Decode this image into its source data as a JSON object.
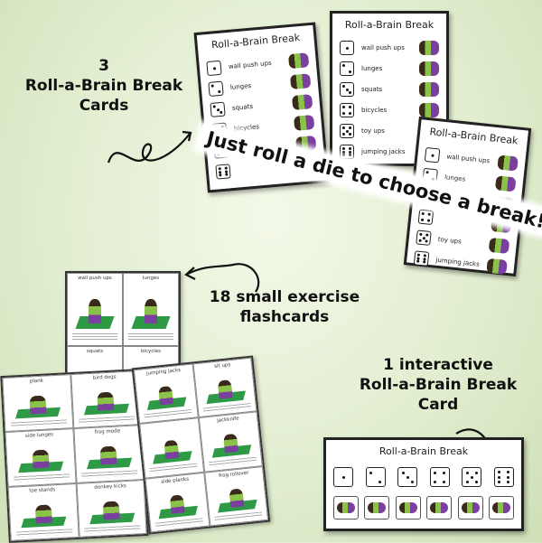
{
  "callouts": {
    "three_cards": [
      "3",
      "Roll-a-Brain Break",
      "Cards"
    ],
    "banner": "Just roll a die to choose a break!",
    "flashcards": [
      "18 small exercise",
      "flashcards"
    ],
    "interactive": [
      "1 interactive",
      "Roll-a-Brain Break",
      "Card"
    ]
  },
  "card_title": "Roll-a-Brain Break",
  "card1": {
    "rows": [
      "wall push ups",
      "lunges",
      "squats",
      "bicycles",
      "",
      ""
    ]
  },
  "card2": {
    "rows": [
      "wall push ups",
      "lunges",
      "squats",
      "bicycles",
      "toy ups",
      "jumping jacks"
    ]
  },
  "card3": {
    "rows": [
      "wall push ups",
      "lunges",
      "",
      "",
      "toy ups",
      "jumping jacks"
    ]
  },
  "flash_grid_a": [
    "wall push ups",
    "lunges",
    "squats",
    "bicycles"
  ],
  "flash_grid_b": [
    "plank",
    "bird dogs",
    "side lunges",
    "frog mode",
    "toe stands",
    "donkey kicks"
  ],
  "flash_grid_c": [
    "jumping jacks",
    "sit ups",
    "",
    "jackknife",
    "side planks",
    "frog rollover"
  ],
  "colors": {
    "mat": "#2e9a46",
    "shirt": "#8bc34a",
    "pants": "#7b3fa0",
    "die_red": "#c62828"
  },
  "icons": [
    "die-icon",
    "exercise-figure-icon",
    "curly-arrow-icon"
  ]
}
